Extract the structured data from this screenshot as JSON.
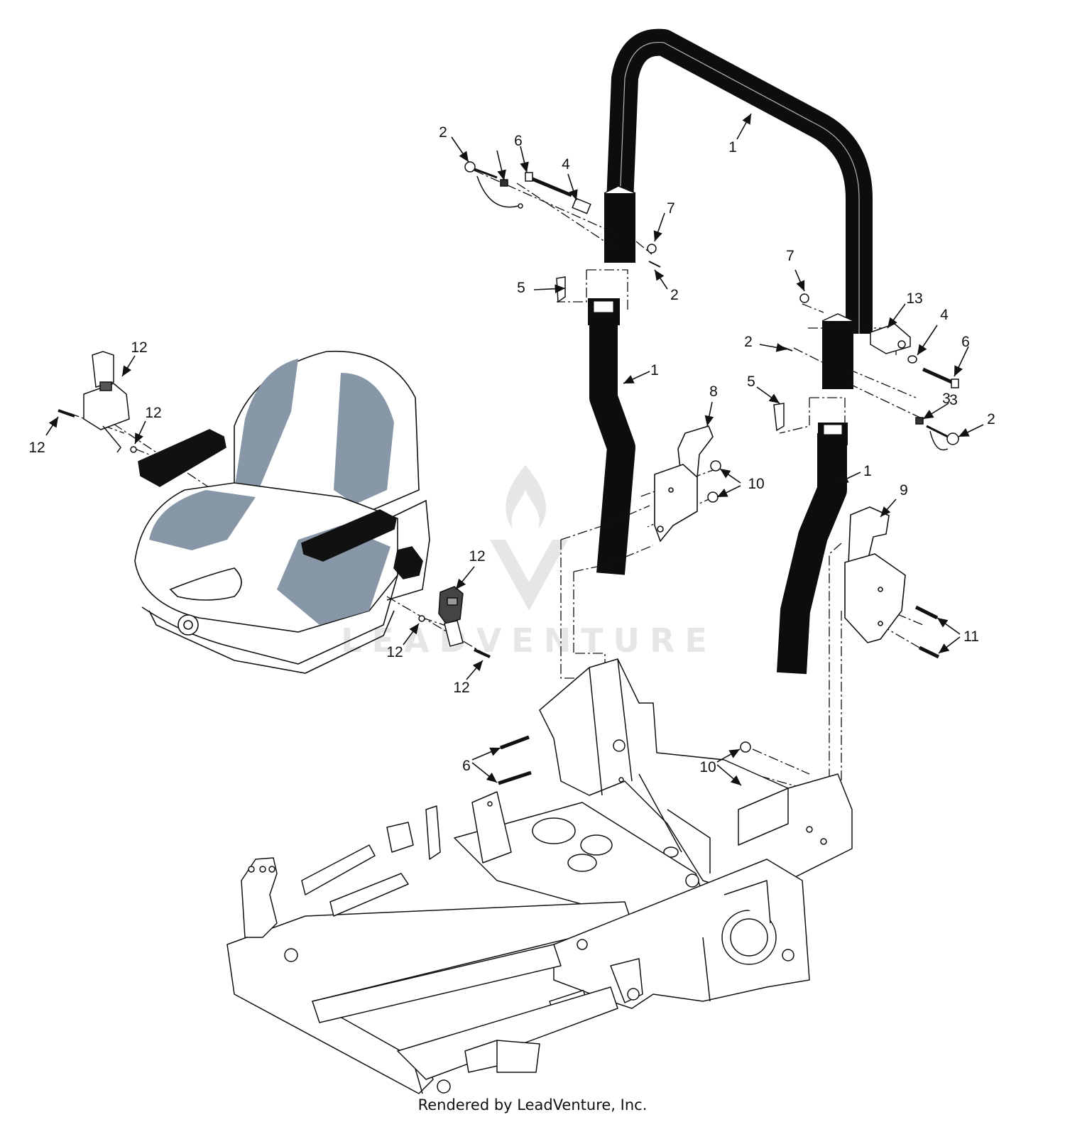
{
  "diagram": {
    "callouts": [
      {
        "label": "1"
      },
      {
        "label": "1"
      },
      {
        "label": "1"
      },
      {
        "label": "2"
      },
      {
        "label": "2"
      },
      {
        "label": "2"
      },
      {
        "label": "2"
      },
      {
        "label": "3"
      },
      {
        "label": "3"
      },
      {
        "label": "4"
      },
      {
        "label": "4"
      },
      {
        "label": "5"
      },
      {
        "label": "5"
      },
      {
        "label": "6"
      },
      {
        "label": "6"
      },
      {
        "label": "6"
      },
      {
        "label": "7"
      },
      {
        "label": "7"
      },
      {
        "label": "8"
      },
      {
        "label": "9"
      },
      {
        "label": "10"
      },
      {
        "label": "10"
      },
      {
        "label": "11"
      },
      {
        "label": "12"
      },
      {
        "label": "12"
      },
      {
        "label": "12"
      },
      {
        "label": "12"
      },
      {
        "label": "12"
      },
      {
        "label": "12"
      },
      {
        "label": "13"
      }
    ],
    "watermark": "LEADVENTURE",
    "footer": "Rendered by LeadVenture, Inc."
  },
  "colors": {
    "line": "#111111",
    "tube": "#0d0d0d",
    "seat_panel": "#8797a8",
    "watermark": "#e4e4e4"
  }
}
